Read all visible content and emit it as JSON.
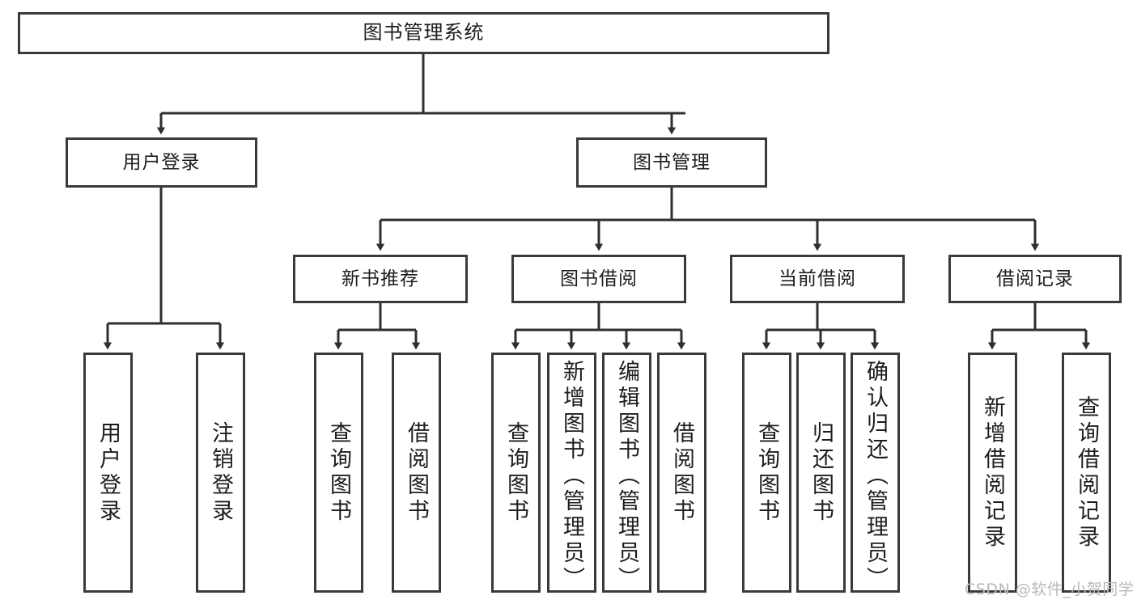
{
  "diagram": {
    "type": "tree-hierarchy",
    "orientation": "top-down",
    "title": "图书管理系统",
    "background_color": "#ffffff",
    "node_border_color": "#3a3a3a",
    "node_fill_color": "#ffffff",
    "connector_color": "#2f2f2f",
    "watermark": "CSDN @软件_小贺同学",
    "watermark_color": "#b9b9b9"
  },
  "nodes": {
    "root": {
      "label": "图书管理系统"
    },
    "level2": [
      {
        "label": "用户登录"
      },
      {
        "label": "图书管理"
      }
    ],
    "level3": [
      {
        "label": "新书推荐"
      },
      {
        "label": "图书借阅"
      },
      {
        "label": "当前借阅"
      },
      {
        "label": "借阅记录"
      }
    ],
    "leaves": [
      {
        "label": "用户登录"
      },
      {
        "label": "注销登录"
      },
      {
        "label": "查询图书"
      },
      {
        "label": "借阅图书"
      },
      {
        "label": "查询图书"
      },
      {
        "label": "新增图书（管理员）"
      },
      {
        "label": "编辑图书（管理员）"
      },
      {
        "label": "借阅图书"
      },
      {
        "label": "查询图书"
      },
      {
        "label": "归还图书"
      },
      {
        "label": "确认归还（管理员）"
      },
      {
        "label": "新增借阅记录"
      },
      {
        "label": "查询借阅记录"
      }
    ]
  },
  "edges": [
    {
      "from": "图书管理系统",
      "to": "用户登录"
    },
    {
      "from": "图书管理系统",
      "to": "图书管理"
    },
    {
      "from": "用户登录",
      "to": "用户登录"
    },
    {
      "from": "用户登录",
      "to": "注销登录"
    },
    {
      "from": "图书管理",
      "to": "新书推荐"
    },
    {
      "from": "图书管理",
      "to": "图书借阅"
    },
    {
      "from": "图书管理",
      "to": "当前借阅"
    },
    {
      "from": "图书管理",
      "to": "借阅记录"
    },
    {
      "from": "新书推荐",
      "to": "查询图书"
    },
    {
      "from": "新书推荐",
      "to": "借阅图书"
    },
    {
      "from": "图书借阅",
      "to": "查询图书"
    },
    {
      "from": "图书借阅",
      "to": "新增图书（管理员）"
    },
    {
      "from": "图书借阅",
      "to": "编辑图书（管理员）"
    },
    {
      "from": "图书借阅",
      "to": "借阅图书"
    },
    {
      "from": "当前借阅",
      "to": "查询图书"
    },
    {
      "from": "当前借阅",
      "to": "归还图书"
    },
    {
      "from": "当前借阅",
      "to": "确认归还（管理员）"
    },
    {
      "from": "借阅记录",
      "to": "新增借阅记录"
    },
    {
      "from": "借阅记录",
      "to": "查询借阅记录"
    }
  ]
}
